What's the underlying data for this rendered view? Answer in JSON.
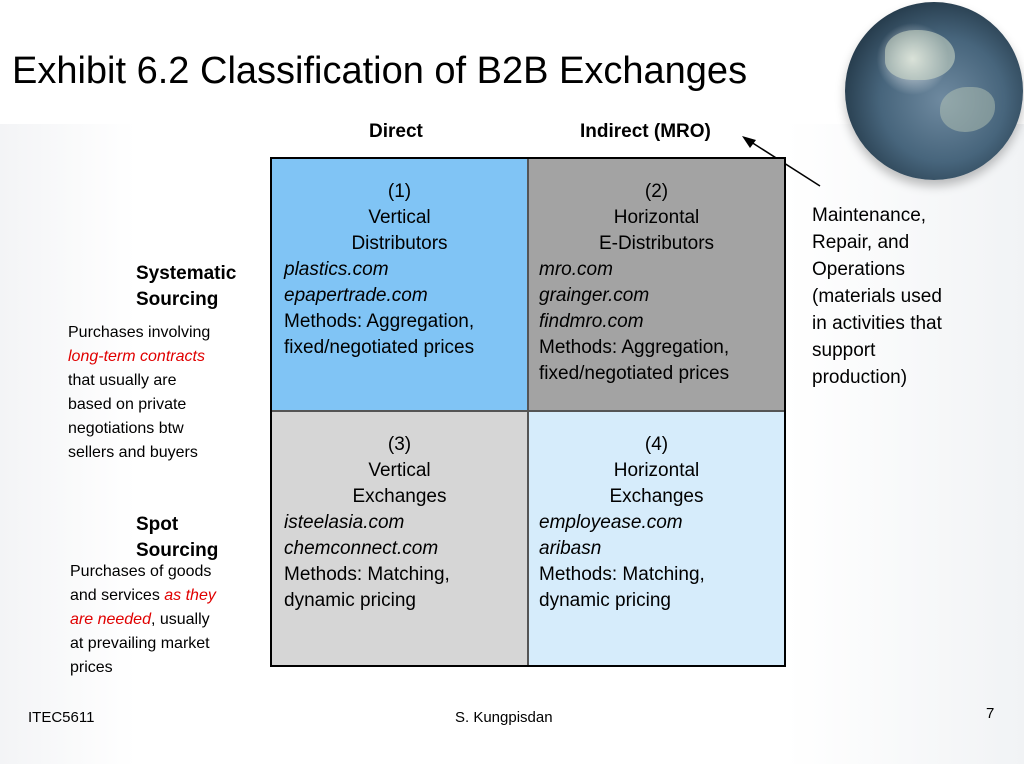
{
  "title": "Exhibit 6.2 Classification of B2B Exchanges",
  "columns": {
    "direct": "Direct",
    "indirect": "Indirect (MRO)"
  },
  "rows": {
    "systematic": {
      "label_line1": "Systematic",
      "label_line2": "Sourcing",
      "desc_line1": "Purchases involving",
      "desc_red": "long-term contracts",
      "desc_line3": "that usually are",
      "desc_line4": "based on private",
      "desc_line5": "negotiations btw",
      "desc_line6": "sellers and buyers"
    },
    "spot": {
      "label_line1": "Spot",
      "label_line2": "Sourcing",
      "desc_line1": "Purchases of goods",
      "desc_pre": "and services ",
      "desc_red1": "as they",
      "desc_red2": "are needed",
      "desc_post": ", usually",
      "desc_line4": "at prevailing market",
      "desc_line5": "prices"
    }
  },
  "cells": [
    {
      "num": "(1)",
      "type1": "Vertical",
      "type2": "Distributors",
      "site1": "plastics.com",
      "site2": "epapertrade.com",
      "site3": "",
      "method1": "Methods: Aggregation,",
      "method2": "fixed/negotiated prices"
    },
    {
      "num": "(2)",
      "type1": "Horizontal",
      "type2": "E-Distributors",
      "site1": "mro.com",
      "site2": "grainger.com",
      "site3": "findmro.com",
      "method1": "Methods: Aggregation,",
      "method2": "fixed/negotiated prices"
    },
    {
      "num": "(3)",
      "type1": "Vertical",
      "type2": "Exchanges",
      "site1": "isteelasia.com",
      "site2": "chemconnect.com",
      "site3": "",
      "method1": "Methods: Matching,",
      "method2": "dynamic pricing"
    },
    {
      "num": "(4)",
      "type1": "Horizontal",
      "type2": "Exchanges",
      "site1": "employease.com",
      "site2": "aribasn",
      "site3": "",
      "method1": "Methods: Matching,",
      "method2": "dynamic pricing"
    }
  ],
  "mro_annotation": {
    "line1": "Maintenance,",
    "line2": "Repair, and",
    "line3": "Operations",
    "line4": "(materials used",
    "line5": "in activities that",
    "line6": "support",
    "line7": "production)"
  },
  "footer": {
    "left": "ITEC5611",
    "center": "S. Kungpisdan",
    "page": "7"
  },
  "colors": {
    "cell1": "#80c4f5",
    "cell2": "#a3a3a3",
    "cell3": "#d6d6d6",
    "cell4": "#d6ecfb",
    "highlight": "#e00000"
  }
}
